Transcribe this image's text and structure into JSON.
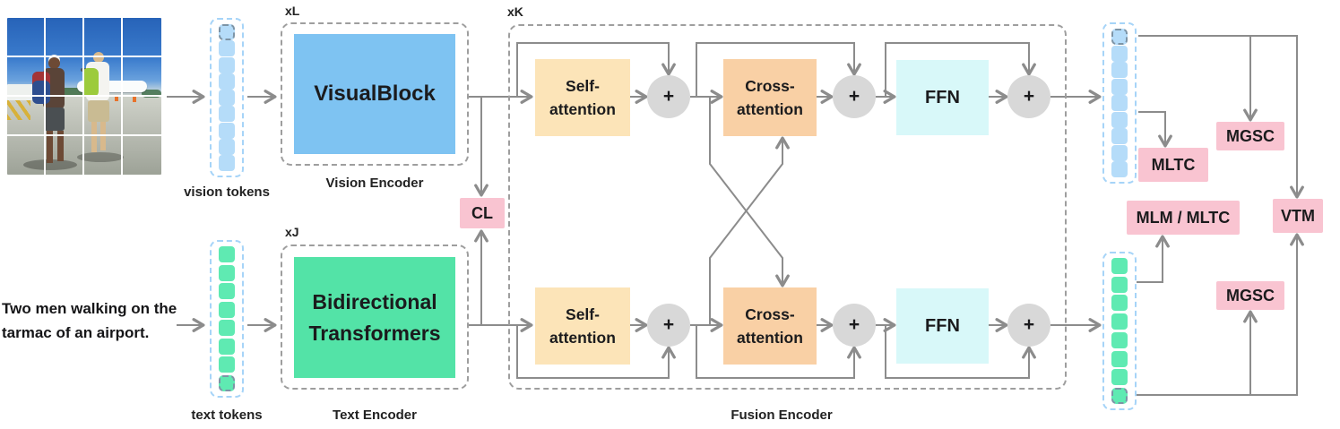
{
  "colors": {
    "blue-block": "#7EC3F2",
    "blue-token": "#B5DCF9",
    "blue-dash": "#A6D4F8",
    "green-block": "#53E3A7",
    "green-token": "#5FEAB2",
    "self-attn": "#FCE4B8",
    "cross-attn": "#F9D0A5",
    "ffn": "#D8F8F9",
    "plus-circle": "#D8D8D8",
    "pink": "#F9C4D1",
    "line": "#8C8C8C",
    "dash-gray": "#9E9E9E",
    "cls-border": "#7D94A6",
    "ink": "#1B1B1D"
  },
  "input": {
    "caption_line1": "Two men walking on the",
    "caption_line2": "tarmac of an airport.",
    "vision_tokens_label": "vision tokens",
    "text_tokens_label": "text tokens"
  },
  "vision_encoder": {
    "repeat": "xL",
    "block": "VisualBlock",
    "label": "Vision Encoder"
  },
  "text_encoder": {
    "repeat": "xJ",
    "block_line1": "Bidirectional",
    "block_line2": "Transformers",
    "label": "Text Encoder"
  },
  "fusion_encoder": {
    "repeat": "xK",
    "label": "Fusion Encoder",
    "self_attention": {
      "line1": "Self-",
      "line2": "attention"
    },
    "cross_attention": {
      "line1": "Cross-",
      "line2": "attention"
    },
    "ffn": "FFN",
    "plus": "+"
  },
  "objectives": {
    "cl": "CL",
    "mltc": "MLTC",
    "mgsc": "MGSC",
    "mlm_mltc": "MLM / MLTC",
    "vtm": "VTM"
  },
  "tokens": {
    "vision_in": {
      "count": 8,
      "cls": "top",
      "type": "vision"
    },
    "text_in": {
      "count": 7,
      "cls": "bottom",
      "type": "text"
    },
    "vision_out": {
      "count": 8,
      "cls": "top",
      "type": "vision"
    },
    "text_out": {
      "count": 7,
      "cls": "bottom",
      "type": "text"
    }
  }
}
